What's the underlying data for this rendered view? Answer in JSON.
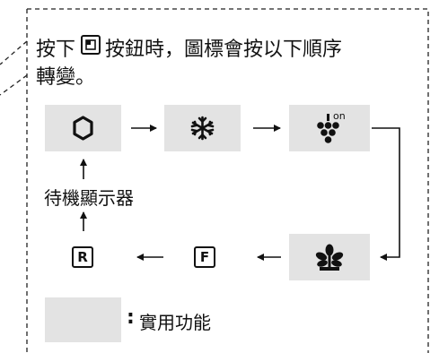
{
  "instruction": {
    "before_button": "按下",
    "after_button": "按鈕時，圖標會按以下順序",
    "line2": "轉變。"
  },
  "diagram": {
    "standby_label": "待機顯示器",
    "r_label": "R",
    "f_label": "F",
    "legend_label": "實用功能",
    "legend_colon": ":",
    "on_label": "on"
  },
  "colors": {
    "tile": "#e3e3e3",
    "ink": "#111111"
  }
}
